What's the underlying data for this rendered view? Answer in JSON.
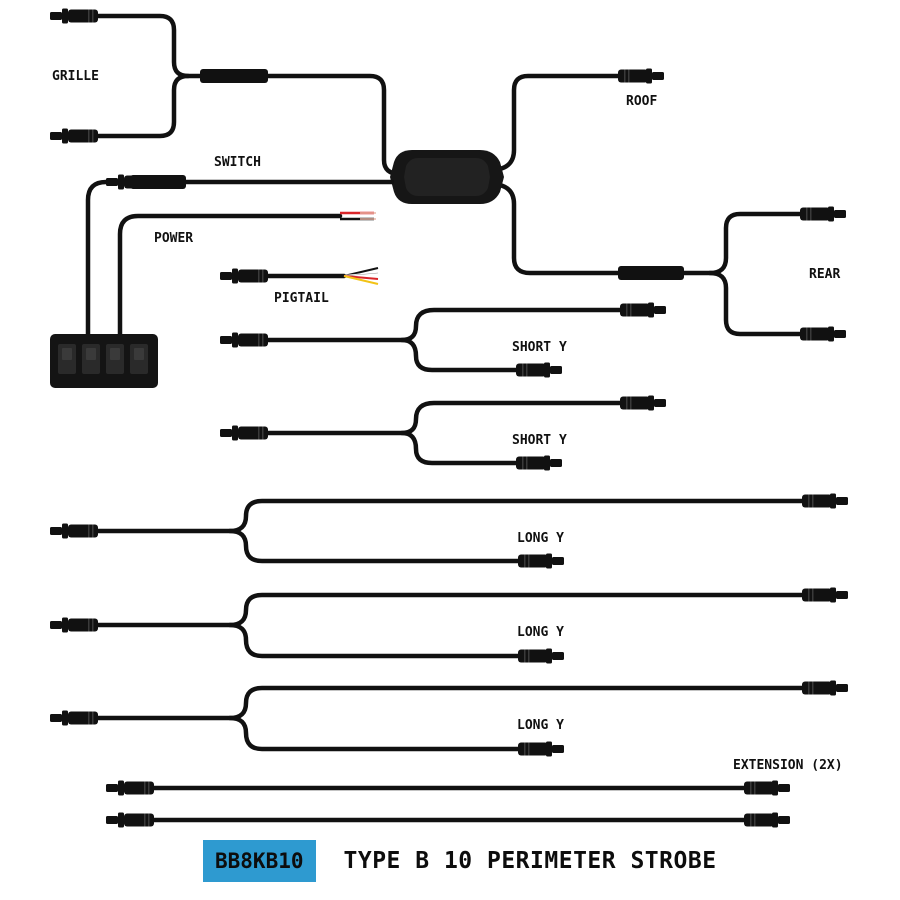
{
  "labels": {
    "grille": "GRILLE",
    "roof": "ROOF",
    "switch": "SWITCH",
    "power": "POWER",
    "rear": "REAR",
    "pigtail": "PIGTAIL",
    "short_y_1": "SHORT Y",
    "short_y_2": "SHORT Y",
    "long_y_1": "LONG Y",
    "long_y_2": "LONG Y",
    "long_y_3": "LONG Y",
    "extension": "EXTENSION (2X)"
  },
  "footer": {
    "model": "BB8KB10",
    "title": "TYPE B 10 PERIMETER STROBE"
  },
  "colors": {
    "cable": "#111111",
    "badge": "#2e9ad0",
    "wire_red": "#d9262a",
    "wire_yellow": "#f2c316",
    "wire_white": "#ffffff"
  }
}
